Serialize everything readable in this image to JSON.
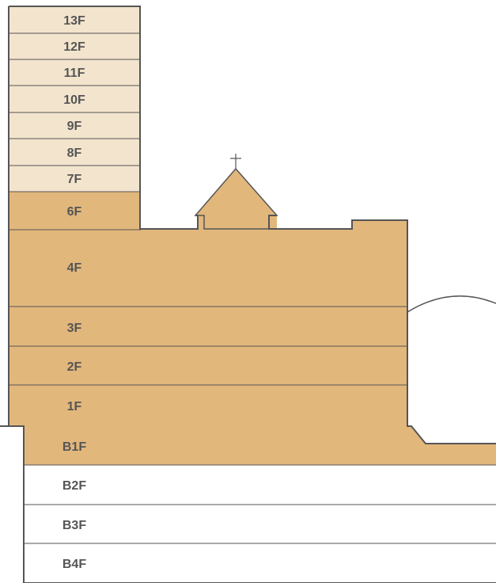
{
  "colors": {
    "upper_tower": "#F3E4CD",
    "building": "#E2B77C",
    "basement_fill": "#E2B77C",
    "outline": "#555555",
    "text": "#555555",
    "background": "#FFFFFF"
  },
  "floors": {
    "f13": "13F",
    "f12": "12F",
    "f11": "11F",
    "f10": "10F",
    "f9": "9F",
    "f8": "8F",
    "f7": "7F",
    "f6": "6F",
    "f4": "4F",
    "f3": "3F",
    "f2": "2F",
    "f1": "1F",
    "b1": "B1F",
    "b2": "B2F",
    "b3": "B3F",
    "b4": "B4F"
  }
}
